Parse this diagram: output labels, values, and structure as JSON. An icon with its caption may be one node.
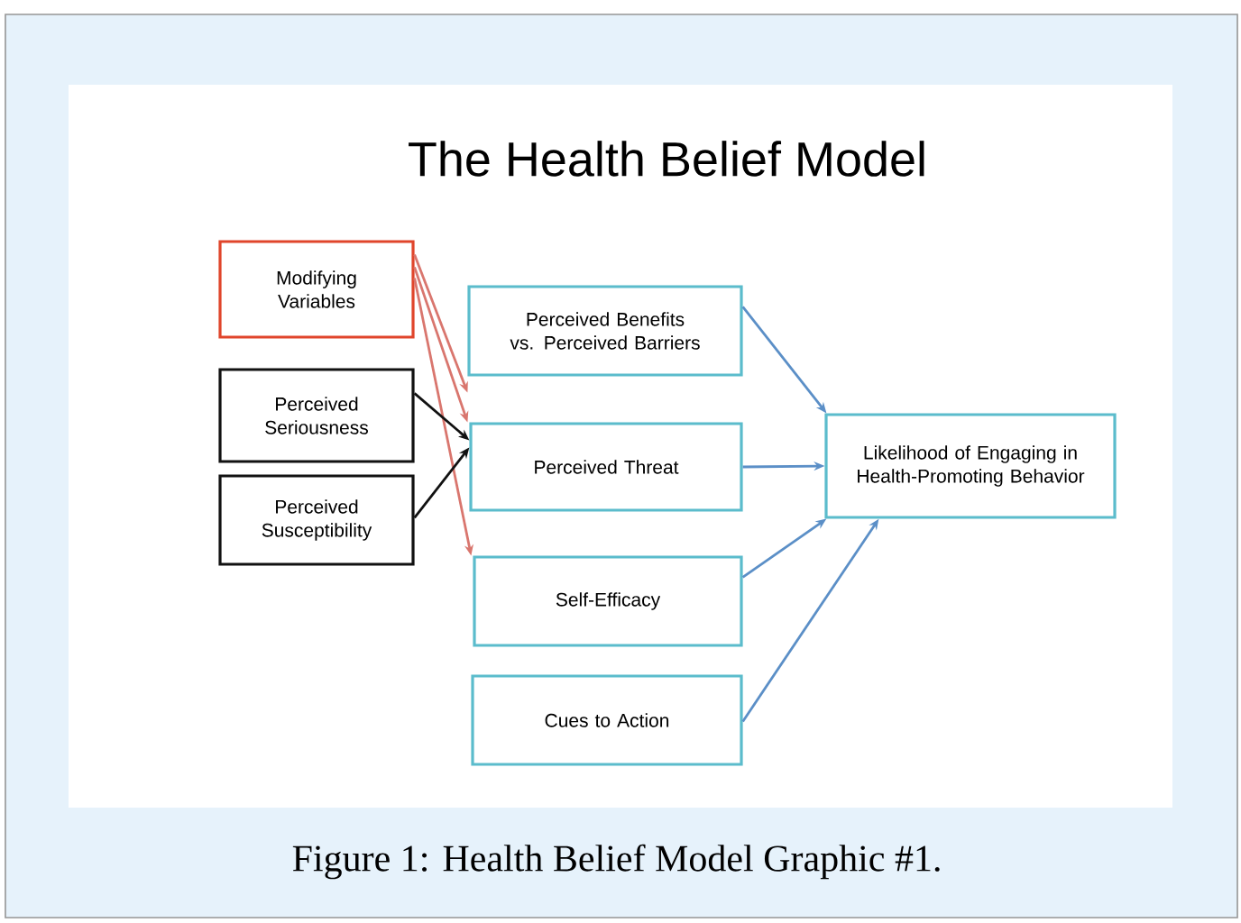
{
  "diagram": {
    "title": "The Health Belief Model",
    "caption": "Figure 1: Health Belief Model Graphic #1.",
    "nodes": [
      {
        "text": [
          "Modifying Variables"
        ]
      },
      {
        "text": [
          "Perceived Seriousness"
        ]
      },
      {
        "text": [
          "Perceived Susceptibility"
        ]
      },
      {
        "text": [
          "Perceived Benefits vs. Perceived Barriers"
        ]
      },
      {
        "text": [
          "Perceived Threat"
        ]
      },
      {
        "text": [
          "Self-Efficacy"
        ]
      },
      {
        "text": [
          "Cues to Action"
        ]
      },
      {
        "text": [
          "Likelihood of Engaging in Health-Promoting Behavior"
        ]
      }
    ],
    "edges": [
      {
        "from": 0,
        "to": 3,
        "arrow": "to",
        "color": "#d9766e"
      },
      {
        "from": 0,
        "to": 4,
        "arrow": "to",
        "color": "#d9766e"
      },
      {
        "from": 0,
        "to": 5,
        "arrow": "to",
        "color": "#d9766e"
      },
      {
        "from": 1,
        "to": 4,
        "arrow": "to",
        "color": "#111111"
      },
      {
        "from": 2,
        "to": 4,
        "arrow": "to",
        "color": "#111111"
      },
      {
        "from": 3,
        "to": 7,
        "arrow": "to"
      },
      {
        "from": 4,
        "to": 7,
        "arrow": "to"
      },
      {
        "from": 5,
        "to": 7,
        "arrow": "to"
      },
      {
        "from": 6,
        "to": 7,
        "arrow": "to"
      }
    ]
  }
}
